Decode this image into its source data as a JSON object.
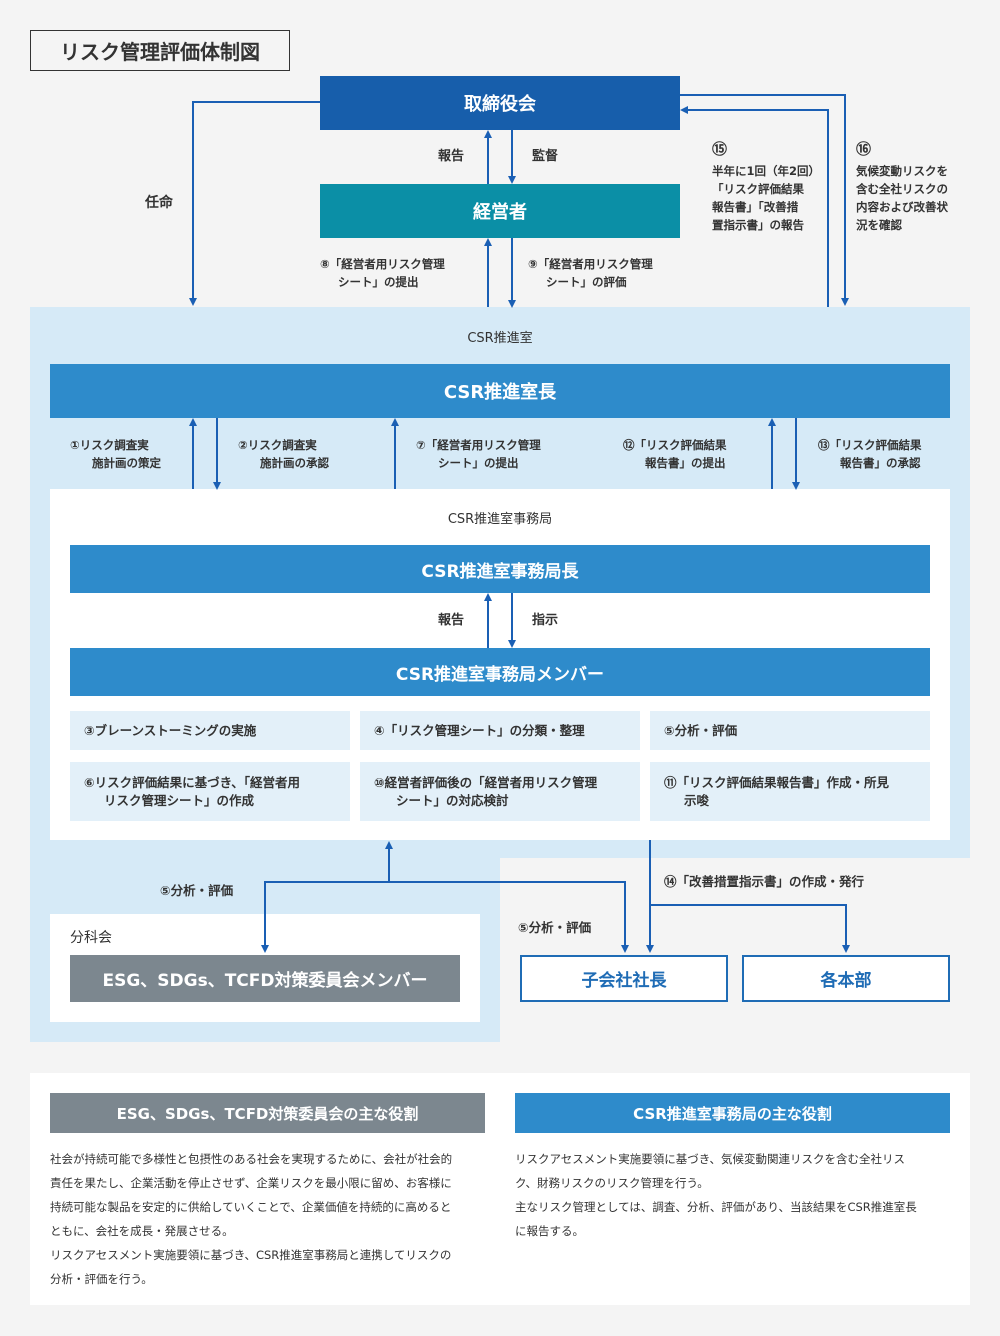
{
  "title": "リスク管理評価体制図",
  "board": "取締役会",
  "mgmt": "経営者",
  "report": "報告",
  "supervise": "監督",
  "appoint": "任命",
  "n15": {
    "num": "⑮",
    "lines": [
      "半年に1回（年2回）",
      "「リスク評価結果",
      "報告書」「改善措",
      "置指示書」の報告"
    ]
  },
  "n16": {
    "num": "⑯",
    "lines": [
      "気候変動リスクを",
      "含む全社リスクの",
      "内容および改善状",
      "況を確認"
    ]
  },
  "n8": [
    "⑧「経営者用リスク管理",
    "シート」の提出"
  ],
  "n9": [
    "⑨「経営者用リスク管理",
    "シート」の評価"
  ],
  "csr_room": "CSR推進室",
  "csr_head": "CSR推進室長",
  "n1": [
    "①リスク調査実",
    "施計画の策定"
  ],
  "n2": [
    "②リスク調査実",
    "施計画の承認"
  ],
  "n7": [
    "⑦「経営者用リスク管理",
    "シート」の提出"
  ],
  "n12": [
    "⑫「リスク評価結果",
    "報告書」の提出"
  ],
  "n13": [
    "⑬「リスク評価結果",
    "報告書」の承認"
  ],
  "secretariat": "CSR推進室事務局",
  "sec_head": "CSR推進室事務局長",
  "instruct": "指示",
  "sec_members": "CSR推進室事務局メンバー",
  "tasks": [
    [
      "③ブレーンストーミングの実施"
    ],
    [
      "④「リスク管理シート」の分類・整理"
    ],
    [
      "⑤分析・評価"
    ],
    [
      "⑥リスク評価結果に基づき、「経営者用",
      "リスク管理シート」の作成"
    ],
    [
      "⑩経営者評価後の「経営者用リスク管理",
      "シート」の対応検討"
    ],
    [
      "⑪「リスク評価結果報告書」作成・所見",
      "示唆"
    ]
  ],
  "analysis": "⑤分析・評価",
  "n14": "⑭「改善措置指示書」の作成・発行",
  "subcommittee": "分科会",
  "committee": "ESG、SDGs、TCFD対策委員会メンバー",
  "subsidiary": "子会社社長",
  "divisions": "各本部",
  "roles": [
    {
      "title": "ESG、SDGs、TCFD対策委員会の主な役割",
      "lines": [
        "社会が持続可能で多様性と包摂性のある社会を実現するために、会社が社会的",
        "責任を果たし、企業活動を停止させず、企業リスクを最小限に留め、お客様に",
        "持続可能な製品を安定的に供給していくことで、企業価値を持続的に高めると",
        "ともに、会社を成長・発展させる。",
        "リスクアセスメント実施要領に基づき、CSR推進室事務局と連携してリスクの",
        "分析・評価を行う。"
      ]
    },
    {
      "title": "CSR推進室事務局の主な役割",
      "lines": [
        "リスクアセスメント実施要領に基づき、気候変動関連リスクを含む全社リス",
        "ク、財務リスクのリスク管理を行う。",
        "主なリスク管理としては、調査、分析、評価があり、当該結果をCSR推進室長",
        "に報告する。"
      ]
    }
  ],
  "colors": {
    "board": "#175eab",
    "mgmt": "#0b8fa6",
    "csr": "#2e8bcb",
    "light": "#d6eaf7",
    "gray": "#7c878f",
    "arrow": "#1a5fb4"
  }
}
